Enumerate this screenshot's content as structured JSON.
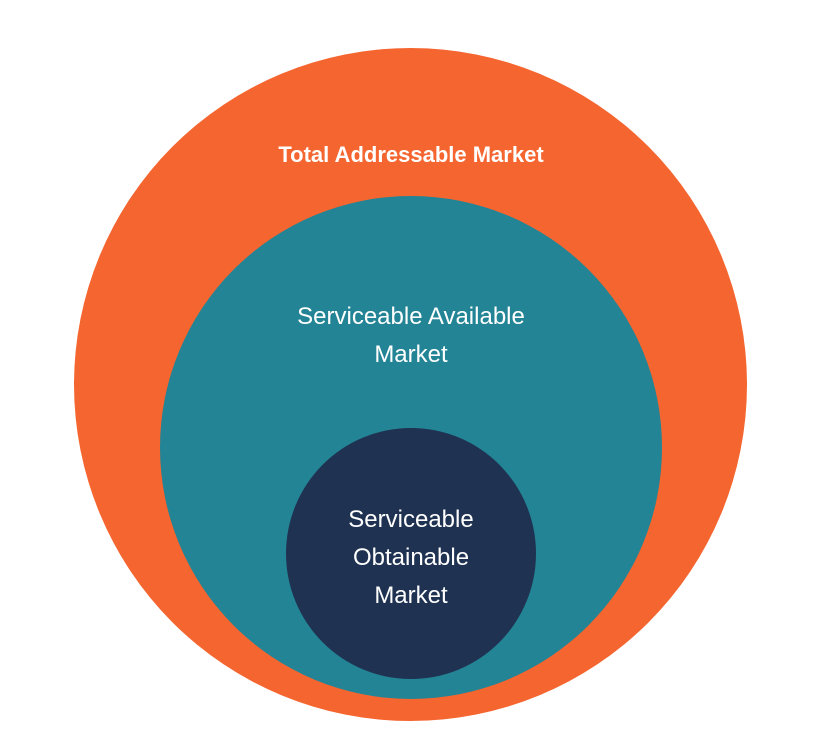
{
  "diagram": {
    "type": "nested-circles",
    "circles": [
      {
        "id": "tam",
        "label": "Total Addressable Market",
        "label_lines": [
          "Total Addressable Market"
        ],
        "color": "#F5652F",
        "text_color": "#FFFFFF",
        "bold": true
      },
      {
        "id": "sam",
        "label": "Serviceable Available Market",
        "label_lines": [
          "Serviceable Available",
          "Market"
        ],
        "color": "#238495",
        "text_color": "#FFFFFF",
        "bold": false
      },
      {
        "id": "som",
        "label": "Serviceable Obtainable Market",
        "label_lines": [
          "Serviceable",
          "Obtainable",
          "Market"
        ],
        "color": "#1F3251",
        "text_color": "#FFFFFF",
        "bold": false
      }
    ]
  }
}
